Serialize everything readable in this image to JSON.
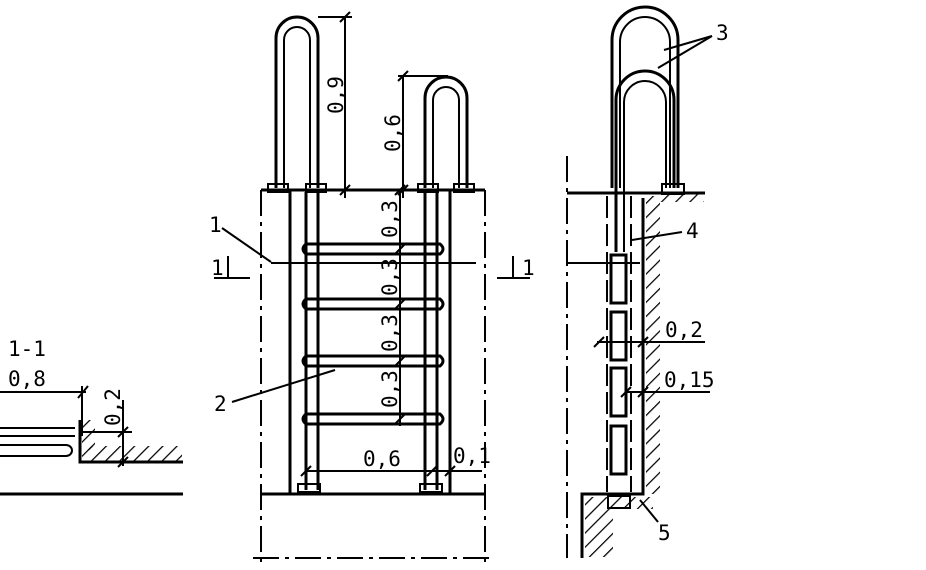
{
  "section_title": "1-1",
  "dims": {
    "section_width": "0,8",
    "section_height": "0,2",
    "left_handrail_height": "0,9",
    "right_handrail_height": "0,6",
    "step_spacing_1": "0,3",
    "step_spacing_2": "0,3",
    "step_spacing_3": "0,3",
    "step_spacing_4": "0,3",
    "ladder_width": "0,6",
    "wall_offset": "0,1",
    "rung_projection": "0,2",
    "rung_thickness": "0,15"
  },
  "callouts": {
    "c1": "1",
    "c2": "2",
    "c3": "3",
    "c4": "4",
    "c5": "5"
  },
  "section_marks": {
    "left": "1",
    "right": "1"
  }
}
